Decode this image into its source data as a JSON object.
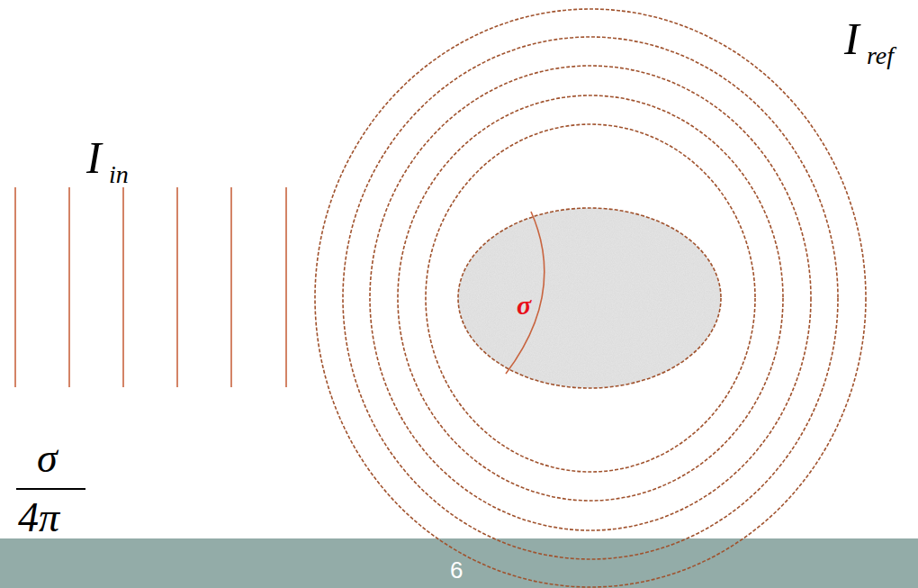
{
  "diagram": {
    "nodes": [
      {
        "text": [
          "σ"
        ]
      }
    ],
    "edges": [],
    "labels": [
      "I",
      "in",
      "I",
      "ref",
      "σ",
      "4π",
      "6"
    ]
  }
}
